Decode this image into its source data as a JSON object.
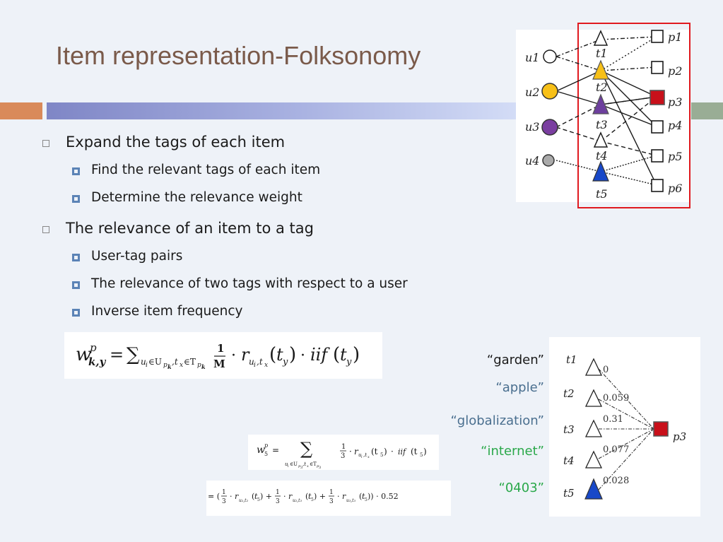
{
  "slide": {
    "title": "Item representation-Folksonomy",
    "bullets": [
      {
        "text": "Expand the tags of each item",
        "sub": [
          "Find the relevant tags of each item",
          "Determine the relevance weight"
        ]
      },
      {
        "text": "The relevance of an item to a tag",
        "sub": [
          "User-tag pairs",
          "The relevance of two tags with respect to a user",
          "Inverse item frequency"
        ]
      }
    ]
  },
  "graph": {
    "users": [
      "u1",
      "u2",
      "u3",
      "u4"
    ],
    "tags": [
      "t1",
      "t2",
      "t3",
      "t4",
      "t5"
    ],
    "items": [
      "p1",
      "p2",
      "p3",
      "p4",
      "p5",
      "p6"
    ]
  },
  "example": {
    "tag_names": [
      "“garden”",
      "“apple”",
      "“globalization”",
      "“internet”",
      "“0403”"
    ],
    "tag_colors": [
      "#1a1a1a",
      "#4a6f8f",
      "#4a6f8f",
      "#2aa84a",
      "#2aa84a"
    ],
    "weights": [
      "0",
      "0.059",
      "0.31",
      "0.077",
      "0.028"
    ],
    "item": "p3"
  },
  "formulas": {
    "weight_formula": "w^p_{k,y} = Σ_{u_i∈U_{p_k}, t_x∈T_{p_k}} (1/M) · r_{u_i,t_x}(t_y) · iif(t_y)",
    "example_formula": "w^p_5 = Σ_{u_i∈U_{p_3}, t_x∈T_{p_3}} (1/3) · r_{u_i,t_x}(t_5) · iif(t_5)",
    "expanded_formula": "= (1/3 · r_{u_2,t_2}(t_5) + 1/3 · r_{u_2,t_3}(t_5) + 1/3 · r_{u_3,t_3}(t_5)) · 0.52"
  }
}
